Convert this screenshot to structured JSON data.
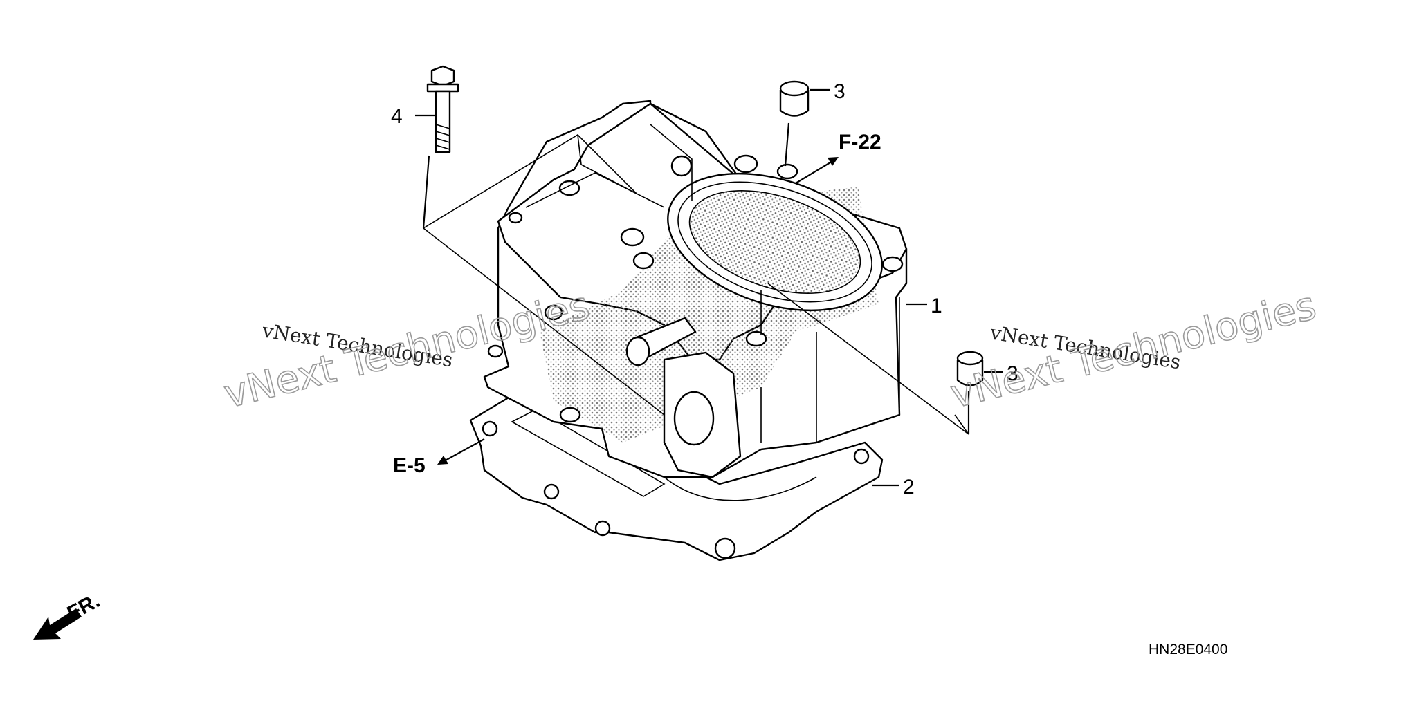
{
  "diagram": {
    "part_labels": {
      "cylinder": "1",
      "gasket": "2",
      "dowel_pin_top": "3",
      "dowel_pin_right": "3",
      "bolt": "4"
    },
    "references": {
      "f22": "F-22",
      "e5": "E-5"
    },
    "direction_label": "FR.",
    "diagram_code": "HN28E0400",
    "watermarks": [
      {
        "small": "vNext Technologies",
        "big": "vNext Technologies"
      },
      {
        "small": "vNext Technologies",
        "big": "vNext Technologies"
      }
    ],
    "colors": {
      "ink": "#000000",
      "stipple": "#8a8a8a",
      "watermark": "#9a9a9a",
      "background": "#ffffff"
    }
  }
}
